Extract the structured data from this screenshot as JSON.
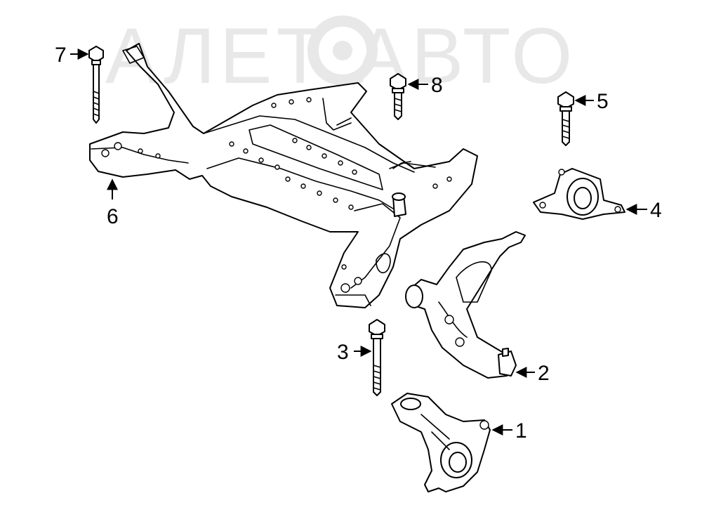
{
  "watermark": {
    "text": "АЛЕТ АВТО"
  },
  "colors": {
    "ink": "#000000",
    "paper": "#ffffff",
    "watermark": "#e8e8e8"
  },
  "callouts": [
    {
      "id": "1",
      "label": "1"
    },
    {
      "id": "2",
      "label": "2"
    },
    {
      "id": "3",
      "label": "3"
    },
    {
      "id": "4",
      "label": "4"
    },
    {
      "id": "5",
      "label": "5"
    },
    {
      "id": "6",
      "label": "6"
    },
    {
      "id": "7",
      "label": "7"
    },
    {
      "id": "8",
      "label": "8"
    }
  ]
}
